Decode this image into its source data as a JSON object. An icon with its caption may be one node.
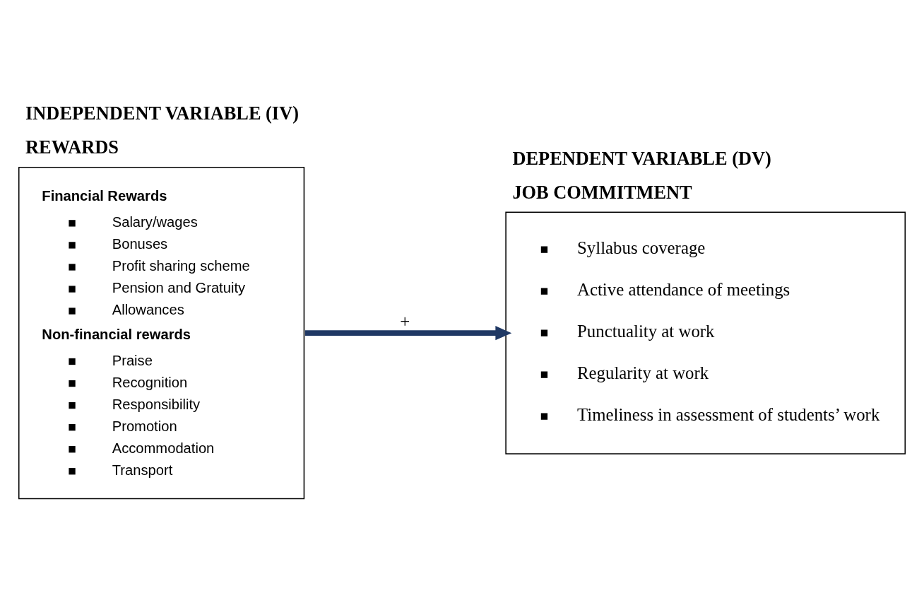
{
  "diagram": {
    "nodes": [
      {
        "text": [
          "INDEPENDENT VARIABLE (IV)",
          "REWARDS",
          "Financial Rewards",
          "Salary/wages",
          "Bonuses",
          "Profit sharing scheme",
          "Pension and Gratuity",
          "Allowances",
          "Non-financial rewards",
          "Praise",
          "Recognition",
          "Responsibility",
          "Promotion",
          "Accommodation",
          "Transport"
        ]
      },
      {
        "text": [
          "DEPENDENT VARIABLE (DV)",
          "JOB COMMITMENT",
          "Syllabus coverage",
          "Active attendance of meetings",
          "Punctuality at work",
          "Regularity at work",
          "Timeliness in assessment of students’ work"
        ]
      }
    ],
    "edges": [
      {
        "from": 0,
        "to": 1,
        "arrow": "to",
        "label": "+",
        "color": "#1f3864"
      }
    ]
  }
}
